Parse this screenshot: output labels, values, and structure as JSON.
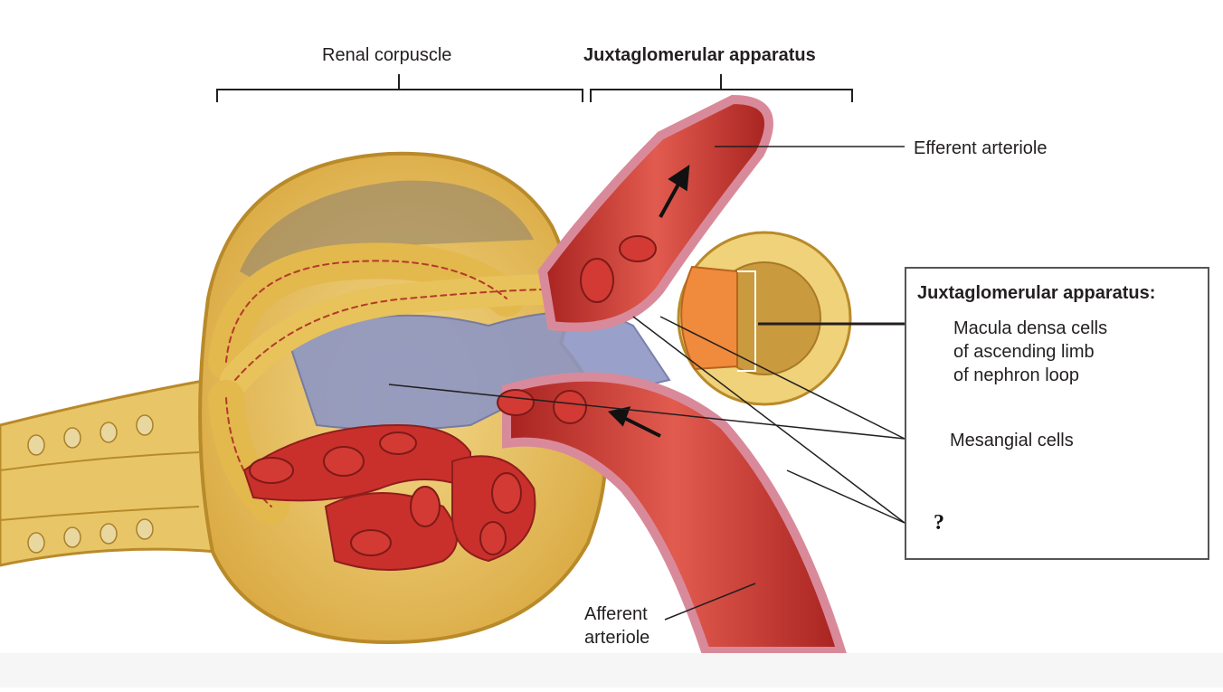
{
  "labels": {
    "renal_corpuscle": "Renal corpuscle",
    "jga_header": "Juxtaglomerular apparatus",
    "efferent_arteriole": "Efferent arteriole",
    "afferent_arteriole_line1": "Afferent",
    "afferent_arteriole_line2": "arteriole"
  },
  "info_box": {
    "title": "Juxtaglomerular apparatus:",
    "macula_line1": "Macula densa cells",
    "macula_line2": "of ascending limb",
    "macula_line3": "of nephron loop",
    "mesangial": "Mesangial cells",
    "unknown": "?"
  },
  "colors": {
    "capsule": "#e6c25a",
    "capsule_dark": "#b98a2a",
    "vessel": "#c9302c",
    "vessel_light": "#e8605a",
    "vessel_wall": "#d98a9a",
    "mesangial": "#8e96c4",
    "macula": "#f08a3c"
  }
}
